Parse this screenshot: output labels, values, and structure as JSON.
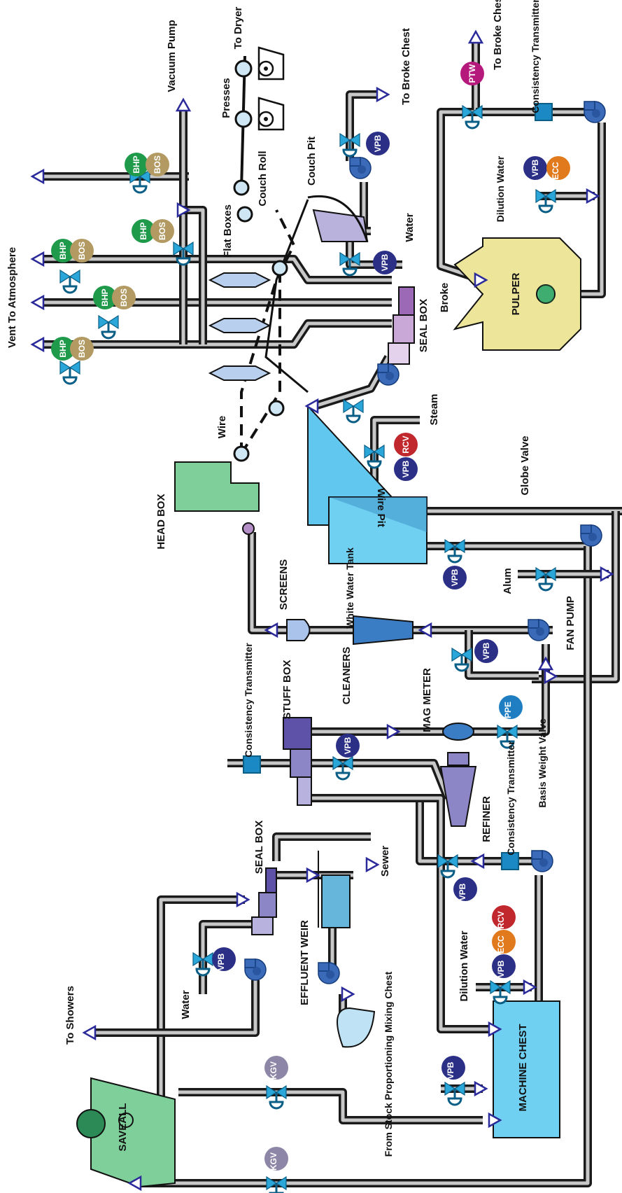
{
  "colors": {
    "pipe": "#1a1a1a",
    "pipe_inner": "#c8c8c8",
    "valve": "#2aa6d8",
    "pump": "#3b6bb8",
    "arrow_stroke": "#2a2a9a",
    "tag_vpb": "#2b2f86",
    "tag_bhp": "#1f9a4b",
    "tag_bos": "#b29a62",
    "tag_rcv": "#c0282d",
    "tag_ecc": "#e07a1c",
    "tag_ptw": "#b5197c",
    "tag_ppe": "#1f7ec2",
    "tag_kgv": "#8d86a6",
    "headbox": "#7fcf9a",
    "pulper": "#ece59a",
    "wire_pit": "#61c7ee",
    "machine_chest": "#6fd0f2",
    "seal_box": "#9b69b5",
    "saveall": "#7fcf9a"
  },
  "labels": {
    "vent_to_atmosphere": "Vent To Atmosphere",
    "vacuum_pump": "Vacuum Pump",
    "presses": "Presses",
    "to_dryer": "To Dryer",
    "to_broke_chest_top": "To Broke Chest",
    "to_broke_chest_right": "To Broke Chest",
    "consistency_transmitter_top": "Consistency Transmitter",
    "flat_boxes": "Flat Boxes",
    "couch_roll": "Couch Roll",
    "couch_pit": "Couch Pit",
    "water_top": "Water",
    "dilution_water_top": "Dilution Water",
    "pulper": "PULPER",
    "broke": "Broke",
    "seal_box_top": "SEAL BOX",
    "steam": "Steam",
    "wire": "Wire",
    "head_box": "HEAD BOX",
    "wire_pit": "Wire Pit",
    "white_water_tank": "White Water Tank",
    "globe_valve": "Globe Valve",
    "alum": "Alum",
    "screens": "SCREENS",
    "fan_pump": "FAN PUMP",
    "cleaners": "CLEANERS",
    "mag_meter": "MAG METER",
    "consistency_transmitter_mid": "Consistency Transmitter",
    "stuff_box": "STUFF BOX",
    "basis_weight_valve": "Basis Weight Valve",
    "refiner": "REFINER",
    "consistency_transmitter_low": "Consistency Transmitter",
    "seal_box_low": "SEAL BOX",
    "sewer": "Sewer",
    "water_low": "Water",
    "effluent_weir": "EFFLUENT WEIR",
    "dilution_water_low": "Dilution Water",
    "to_showers": "To Showers",
    "from_stock": "From Stock Proportioning Mixing Chest",
    "machine_chest": "MACHINE CHEST",
    "saveall": "SAVEALL"
  },
  "tags": {
    "vpb": "VPB",
    "bhp": "BHP",
    "bos": "BOS",
    "rcv": "RCV",
    "ecc": "ECC",
    "ptw": "PTW",
    "ppe": "PPE",
    "kgv": "KGV"
  }
}
